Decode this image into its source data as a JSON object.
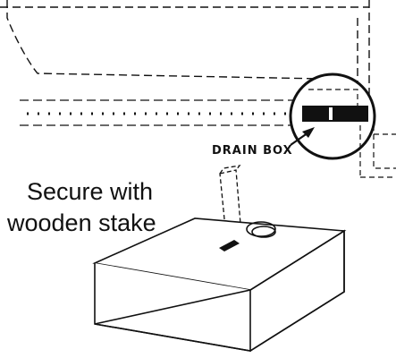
{
  "callout": {
    "drain_box_label": "DRAIN BOX"
  },
  "caption": {
    "line1": "Secure with",
    "line2": "wooden stake"
  }
}
